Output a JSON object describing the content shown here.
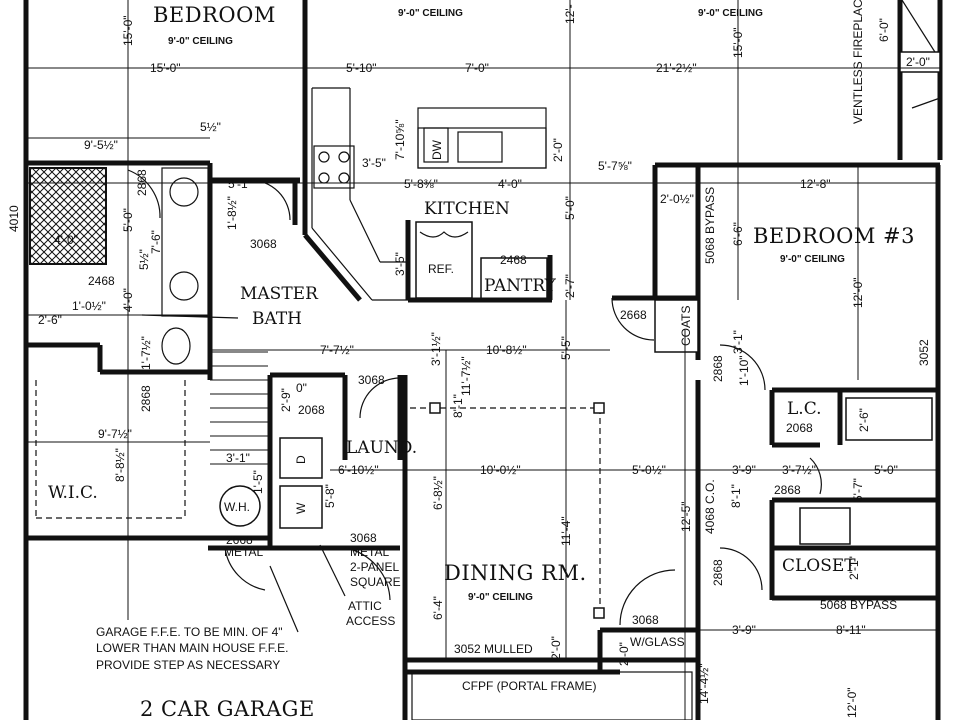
{
  "rooms": {
    "bedroom_top": "BEDROOM",
    "bedroom_top_ceiling": "9'-0\" CEILING",
    "top_ceiling_mid": "9'-0\" CEILING",
    "top_ceiling_right": "9'-0\" CEILING",
    "kitchen": "KITCHEN",
    "pantry": "PANTRY",
    "bedroom3": "BEDROOM #3",
    "bedroom3_ceiling": "9'-0\" CEILING",
    "master_bath_1": "MASTER",
    "master_bath_2": "BATH",
    "wic": "W.I.C.",
    "laund": "LAUND.",
    "dining": "DINING RM.",
    "dining_ceiling": "9'-0\" CEILING",
    "closet": "CLOSET",
    "lc": "L.C.",
    "coats": "COATS",
    "garage": "2 CAR GARAGE"
  },
  "fixtures": {
    "dw": "DW",
    "ref": "REF.",
    "dryer": "D",
    "washer": "W",
    "water_heater": "W.H.",
    "fireplace": "VENTLESS FIREPLACE"
  },
  "dims": {
    "d15_0_left": "15'-0\"",
    "d15_0_top": "15'-0\"",
    "d12_top": "12'-",
    "d5_10": "5'-10\"",
    "d7_0": "7'-0\"",
    "d21_2": "21'-2½\"",
    "d15_0_right": "15'-0\"",
    "d6_0": "6'-0\"",
    "d2_0_tr": "2'-0\"",
    "d9_5": "9'-5½\"",
    "d5_half": "5½\"",
    "d7_10": "7'-10⅝\"",
    "d2_0_k": "2'-0\"",
    "d3_5": "3'-5\"",
    "d5_7": "5'-7⅝\"",
    "d5_1": "5'-1\"",
    "d5_8": "5'-8⅜\"",
    "d4_0": "4'-0\"",
    "d12_8": "12'-8\"",
    "d2_0_b3": "2'-0½\"",
    "d5_0_k": "5'-0\"",
    "d6_6": "6'-6\"",
    "d4010": "4010",
    "d2868_a": "2868",
    "d5_0_mb": "5'-0\"",
    "d1_8": "1'-8½\"",
    "d7_6": "7'-6\"",
    "d5_half_b": "5½\"",
    "d4_0_mb": "4'-0\"",
    "d2_6": "2'-6\"",
    "d1_0": "1'-0½\"",
    "d4_0_sh": "4'-0\"",
    "d3068_a": "3068",
    "d3_5_k": "3'-5\"",
    "d2468_k": "2468",
    "d2_7": "2'-7\"",
    "d12_0_b3": "12'-0\"",
    "d2668_a": "2668",
    "d3_1": "3'-1\"",
    "d1_10": "1'-10\"",
    "d2868_b": "2868",
    "d3052_r": "3052",
    "d1_7": "1'-7½\"",
    "d7_7": "7'-7½\"",
    "d3_1_half": "3'-1½\"",
    "d10_8": "10'-8½\"",
    "d5_5": "5'-5\"",
    "d3068_b": "3068",
    "d11_7": "11'-7½\"",
    "d2868_c": "2868",
    "d2_9": "2'-9\"",
    "d0": "0\"",
    "d2068_a": "2068",
    "d8_1": "8'-1\"",
    "d9_7": "9'-7½\"",
    "d2468_m": "2468",
    "d8_8": "8'-8½\"",
    "d3_1_b": "3'-1\"",
    "d6_10": "6'-10½\"",
    "d10_0": "10'-0½\"",
    "d5_0_half": "5'-0½\"",
    "d3_9": "3'-9\"",
    "d3_7": "3'-7½\"",
    "d5_0_r": "5'-0\"",
    "d2068_lc": "2068",
    "d2_6_lc": "2'-6\"",
    "d2868_d": "2868",
    "d1_5": "1'-5\"",
    "d5_8_l": "5'-8\"",
    "d6_8": "6'-8½\"",
    "d11_4": "11'-4\"",
    "d12_5": "12'-5\"",
    "d4068": "4068 C.O.",
    "d8_1_r": "8'-1\"",
    "d5_7_r": "5'-7\"",
    "d2_1": "2'-1\"",
    "d2668_b": "2668",
    "d2868_e": "2868",
    "d3068_c": "3068",
    "d6_4": "6'-4\"",
    "d2_0_b": "2'-0\"",
    "d2_0_c": "2'-0\"",
    "d3_9_b": "3'-9\"",
    "d8_11": "8'-11\"",
    "d14_4": "14'-4½\"",
    "d12_0_b": "12'-0\"",
    "d5068_a": "5068 BYPASS",
    "d5068_b": "5068 BYPASS"
  },
  "notes": {
    "door_3068_metal_1": "3068",
    "door_3068_metal_2": "METAL",
    "door_3068_metal_3": "2-PANEL",
    "door_3068_metal_4": "SQUARE",
    "attic_1": "ATTIC",
    "attic_2": "ACCESS",
    "metal_2668": "METAL",
    "w_glass": "W/GLASS",
    "mulled": "3052 MULLED",
    "cfpf": "CFPF (PORTAL FRAME)",
    "garage_1": "GARAGE F.F.E. TO BE MIN. OF 4\"",
    "garage_2": "LOWER THAN MAIN HOUSE F.F.E.",
    "garage_3": "PROVIDE STEP AS NECESSARY"
  }
}
